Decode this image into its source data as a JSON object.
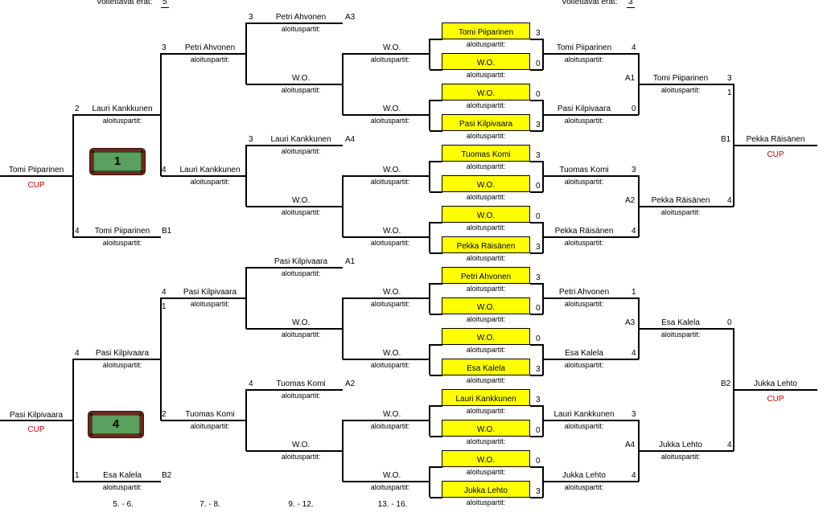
{
  "header": {
    "left_label": "Voitettavat erät:",
    "left_value": "5",
    "right_label": "Voitettavat erät:",
    "right_value": "3"
  },
  "common": {
    "aloitus": "aloituspartit:",
    "wo": "W.O.",
    "cup": "CUP"
  },
  "footer": [
    "5. - 6.",
    "7. - 8.",
    "9. - 12.",
    "13. - 16."
  ],
  "tables": [
    "1",
    "4"
  ],
  "seeds": {
    "top_left": "Tomi Piiparinen",
    "bottom_left": "Pasi Kilpivaara"
  },
  "col2": [
    {
      "score": "2",
      "name": "Lauri Kankkunen"
    },
    {
      "score": "4",
      "name": "Tomi Piiparinen",
      "code": "B1"
    },
    {
      "score": "4",
      "name": "Pasi Kilpivaara"
    },
    {
      "score": "1",
      "name": "Esa Kalela",
      "code": "B2"
    }
  ],
  "col3": [
    {
      "score": "3",
      "name": "Petri Ahvonen"
    },
    {
      "score": "4",
      "name": "Lauri Kankkunen"
    },
    {
      "score": "4",
      "name": "Pasi Kilpivaara",
      "score2": "1"
    },
    {
      "score": "2",
      "name": "Tuomas Komi"
    }
  ],
  "col4": [
    {
      "score": "3",
      "name": "Petri Ahvonen",
      "code": "A3"
    },
    {
      "name": "W.O."
    },
    {
      "score": "3",
      "name": "Lauri Kankkunen",
      "code": "A4"
    },
    {
      "name": "W.O."
    },
    {
      "score": "",
      "name": "Pasi Kilpivaara",
      "code": "A1"
    },
    {
      "name": "W.O."
    },
    {
      "score": "4",
      "name": "Tuomas Komi",
      "code": "A2"
    },
    {
      "name": "W.O."
    }
  ],
  "col5": [
    "W.O.",
    "W.O.",
    "W.O.",
    "W.O.",
    "W.O.",
    "W.O.",
    "W.O.",
    "W.O."
  ],
  "yellow": [
    {
      "name": "Tomi Piiparinen",
      "score": "3"
    },
    {
      "name": "W.O.",
      "score": "0"
    },
    {
      "name": "W.O.",
      "score": "0"
    },
    {
      "name": "Pasi Kilpivaara",
      "score": "3"
    },
    {
      "name": "Tuomas Komi",
      "score": "3"
    },
    {
      "name": "W.O.",
      "score": "0"
    },
    {
      "name": "W.O.",
      "score": "0"
    },
    {
      "name": "Pekka Räisänen",
      "score": "3"
    },
    {
      "name": "Petri Ahvonen",
      "score": "3"
    },
    {
      "name": "W.O.",
      "score": "0"
    },
    {
      "name": "W.O.",
      "score": "0"
    },
    {
      "name": "Esa Kalela",
      "score": "3"
    },
    {
      "name": "Lauri Kankkunen",
      "score": "3"
    },
    {
      "name": "W.O.",
      "score": "0"
    },
    {
      "name": "W.O.",
      "score": "0"
    },
    {
      "name": "Jukka Lehto",
      "score": "3"
    }
  ],
  "r1": [
    {
      "name": "Tomi Piiparinen",
      "score": "4"
    },
    {
      "name": "Pasi Kilpivaara",
      "score": "0"
    },
    {
      "name": "Tuomas Komi",
      "score": "3"
    },
    {
      "name": "Pekka Räisänen",
      "score": "4"
    },
    {
      "name": "Petri Ahvonen",
      "score": "1"
    },
    {
      "name": "Esa Kalela",
      "score": "4"
    },
    {
      "name": "Lauri Kankkunen",
      "score": "3"
    },
    {
      "name": "Jukka Lehto",
      "score": "4"
    }
  ],
  "r2": [
    {
      "code": "A1",
      "name": "Tomi Piiparinen",
      "score": "3",
      "score2": "1"
    },
    {
      "code": "A2",
      "name": "Pekka Räisänen",
      "score": "4"
    },
    {
      "code": "A3",
      "name": "Esa Kalela",
      "score": "0"
    },
    {
      "code": "A4",
      "name": "Jukka Lehto",
      "score": "4"
    }
  ],
  "final": [
    {
      "code": "B1",
      "name": "Pekka Räisänen"
    },
    {
      "code": "B2",
      "name": "Jukka Lehto"
    }
  ]
}
